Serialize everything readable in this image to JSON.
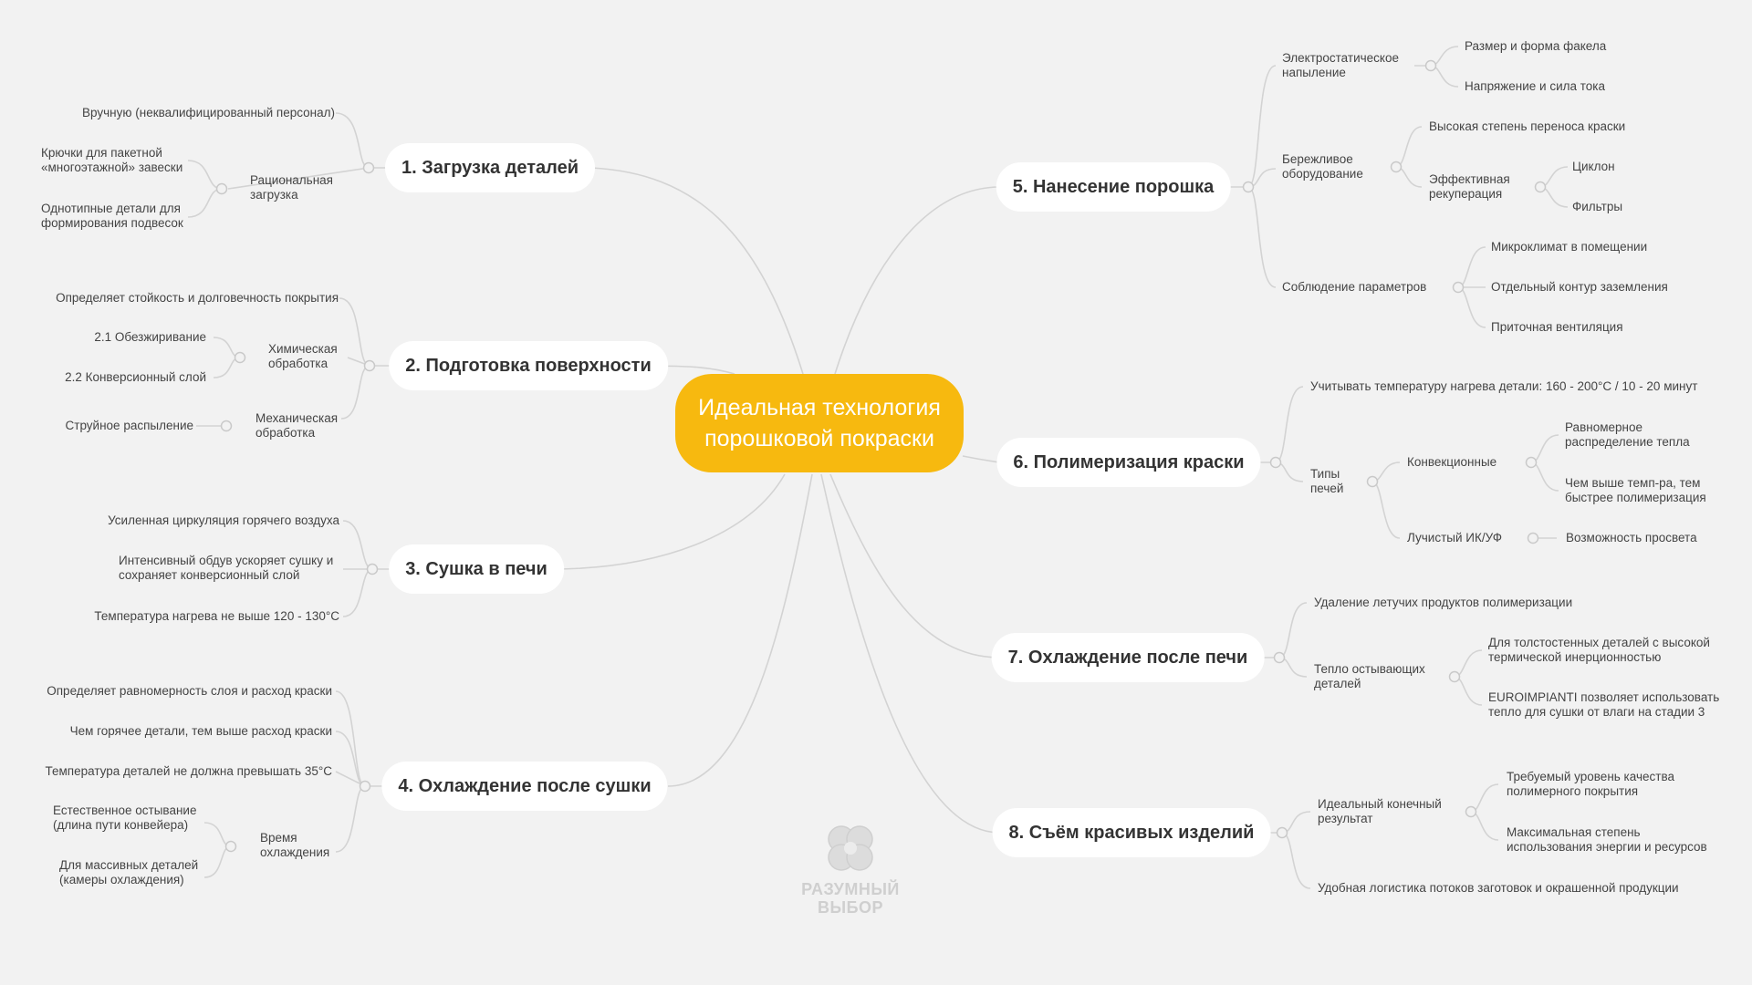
{
  "root": {
    "line1": "Идеальная технология",
    "line2": "порошковой покраски"
  },
  "branches": {
    "b1": {
      "title": "1. Загрузка деталей",
      "manual": "Вручную (неквалифицированный персонал)",
      "rational": [
        "Рациональная",
        "загрузка"
      ],
      "hooks": [
        "Крючки для пакетной",
        "«многоэтажной» завески"
      ],
      "same": [
        "Однотипные детали для",
        "формирования подвесок"
      ]
    },
    "b2": {
      "title": "2. Подготовка поверхности",
      "defines": "Определяет стойкость и долговечность покрытия",
      "chem": [
        "Химическая",
        "обработка"
      ],
      "degrease": "2.1 Обезжиривание",
      "conv": "2.2 Конверсионный слой",
      "mech": [
        "Механическая",
        "обработка"
      ],
      "blast": "Струйное распыление"
    },
    "b3": {
      "title": "3. Сушка в печи",
      "circ": "Усиленная циркуляция горячего воздуха",
      "blow": [
        "Интенсивный обдув ускоряет сушку и",
        "сохраняет конверсионный слой"
      ],
      "temp": "Температура нагрева не выше 120 - 130°С"
    },
    "b4": {
      "title": "4. Охлаждение после сушки",
      "uniform": "Определяет равномерность слоя и расход краски",
      "hotter": "Чем горячее детали, тем выше расход краски",
      "maxtemp": "Температура деталей не должна превышать 35°С",
      "time": [
        "Время",
        "охлаждения"
      ],
      "natural": [
        "Естественное остывание",
        "(длина пути конвейера)"
      ],
      "massive": [
        "Для массивных деталей",
        "(камеры охлаждения)"
      ]
    },
    "b5": {
      "title": "5. Нанесение порошка",
      "electro": [
        "Электростатическое",
        "напыление"
      ],
      "torch": "Размер и форма факела",
      "voltage": "Напряжение и сила тока",
      "lean": [
        "Бережливое",
        "оборудование"
      ],
      "transfer": "Высокая степень переноса краски",
      "recup": [
        "Эффективная",
        "рекуперация"
      ],
      "cyclone": "Циклон",
      "filters": "Фильтры",
      "params": "Соблюдение параметров",
      "micro": "Микроклимат в помещении",
      "ground": "Отдельный контур заземления",
      "vent": "Приточная вентиляция"
    },
    "b6": {
      "title": "6. Полимеризация краски",
      "heat": "Учитывать температуру нагрева детали: 160 - 200°С / 10 - 20 минут",
      "types": [
        "Типы",
        "печей"
      ],
      "conv": "Конвекционные",
      "even": [
        "Равномерное",
        "распределение тепла"
      ],
      "faster": [
        "Чем выше темп-ра, тем",
        "быстрее полимеризация"
      ],
      "ir": "Лучистый ИК/УФ",
      "gap": "Возможность просвета"
    },
    "b7": {
      "title": "7. Охлаждение после печи",
      "volatile": "Удаление летучих продуктов полимеризации",
      "warm": [
        "Тепло остывающих",
        "деталей"
      ],
      "thick": [
        "Для толстостенных деталей с высокой",
        "термической инерционностью"
      ],
      "euro": [
        "EUROIMPIANTI позволяет использовать",
        "тепло для сушки от влаги на стадии 3"
      ]
    },
    "b8": {
      "title": "8. Съём красивых изделий",
      "ideal": [
        "Идеальный конечный",
        "результат"
      ],
      "quality": [
        "Требуемый уровень качества",
        "полимерного покрытия"
      ],
      "energy": [
        "Максимальная степень",
        "использования энергии и ресурсов"
      ],
      "logistics": "Удобная логистика потоков заготовок и окрашенной продукции"
    }
  },
  "logo": {
    "line1": "РАЗУМНЫЙ",
    "line2": "ВЫБОР"
  },
  "colors": {
    "root": "#f7b90f",
    "line": "#d2d2d2",
    "background": "#f2f2f2",
    "logo": "#cfcfcf"
  }
}
